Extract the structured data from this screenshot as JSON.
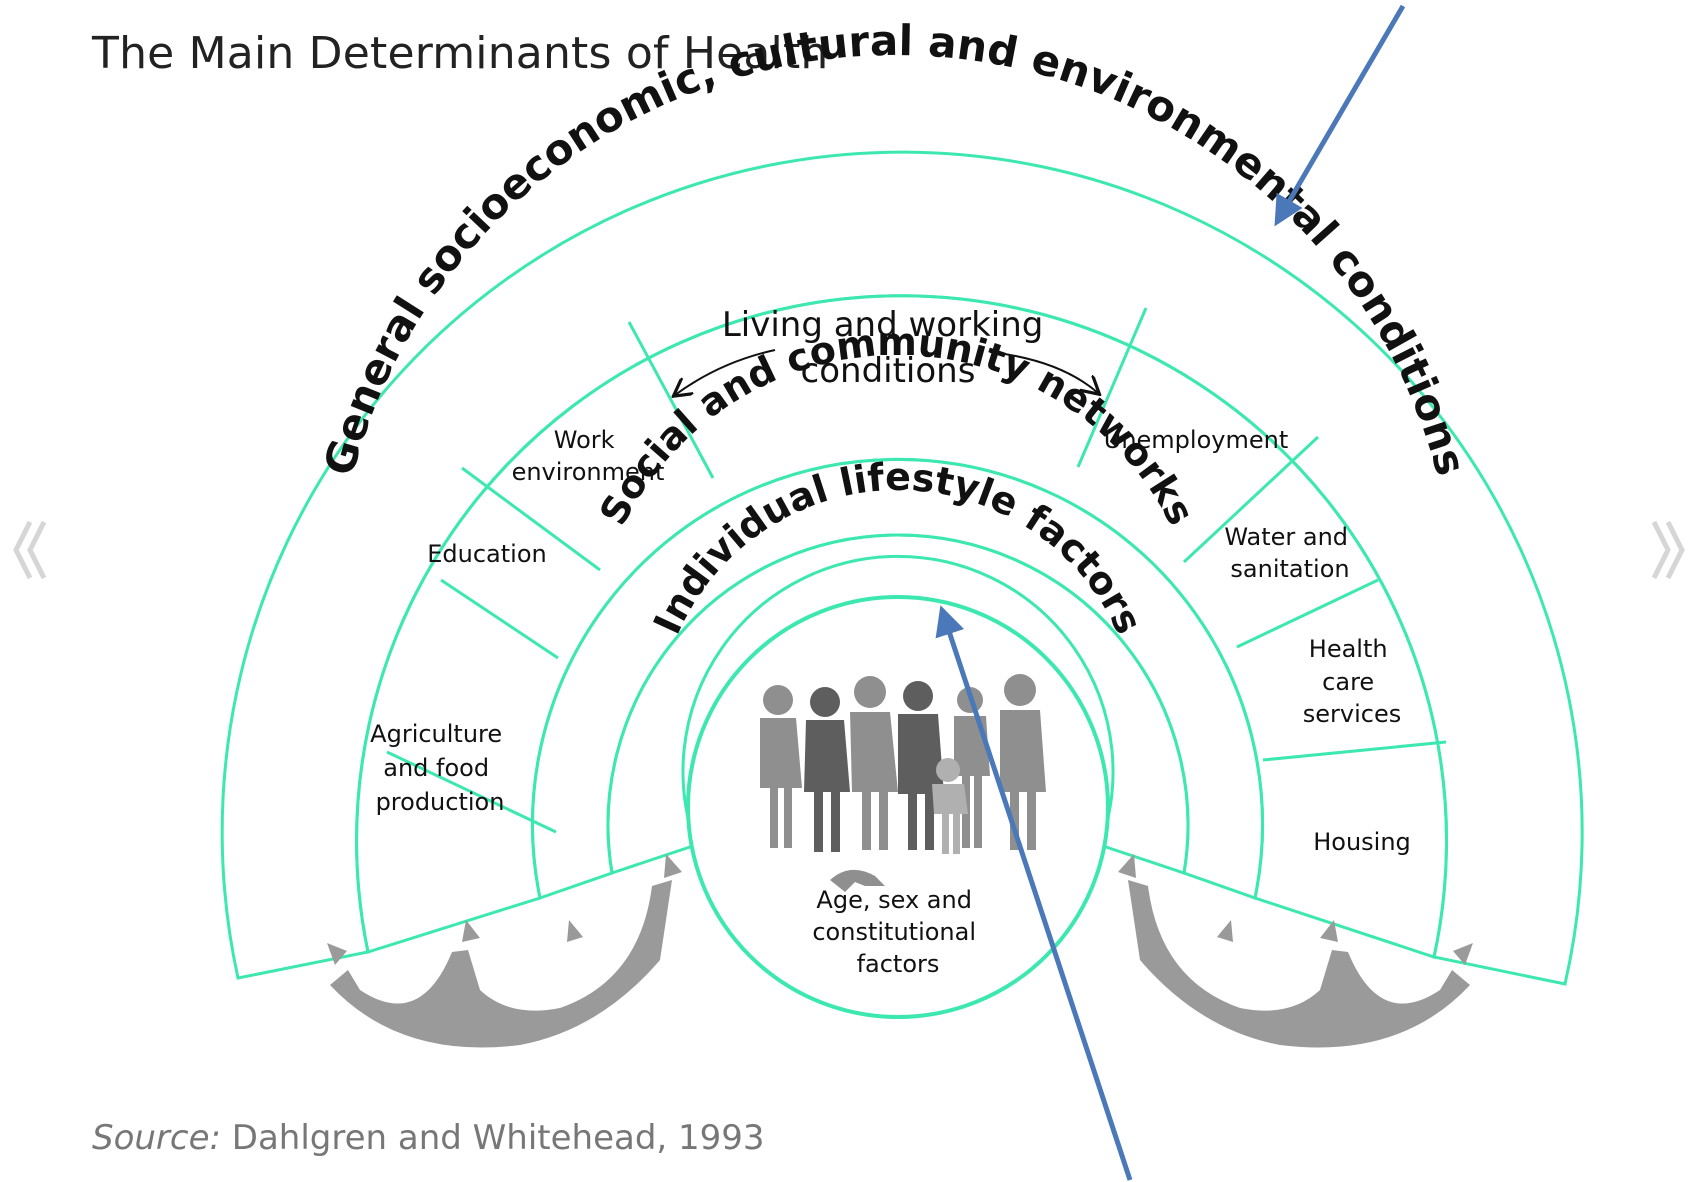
{
  "title": "The Main Determinants of Health",
  "source": {
    "prefix": "Source:",
    "text": " Dahlgren and Whitehead, 1993"
  },
  "layers": {
    "outer": "General socioeconomic, cultural and environmental conditions",
    "social": "Social and community networks",
    "lifestyle": "Individual lifestyle factors",
    "core": [
      "Age, sex and",
      "constitutional",
      "factors"
    ]
  },
  "living_working": [
    "Living and working",
    "conditions"
  ],
  "sectors": {
    "agriculture": [
      "Agriculture",
      "and food",
      "production"
    ],
    "education": [
      "Education"
    ],
    "work": [
      "Work",
      "environment"
    ],
    "unemployment": [
      "Unemployment"
    ],
    "water": [
      "Water and",
      "sanitation"
    ],
    "health": [
      "Health",
      "care",
      "services"
    ],
    "housing": [
      "Housing"
    ]
  },
  "colors": {
    "ring_stroke": "#3de8b0",
    "annotation_arrow": "#4a78b8",
    "figure_arrow": "#9a9a9a",
    "people": "#8a8a8a",
    "people_dark": "#5e5e5e"
  },
  "icons": {
    "prev": "chevron-double-left-icon",
    "next": "chevron-double-right-icon"
  }
}
